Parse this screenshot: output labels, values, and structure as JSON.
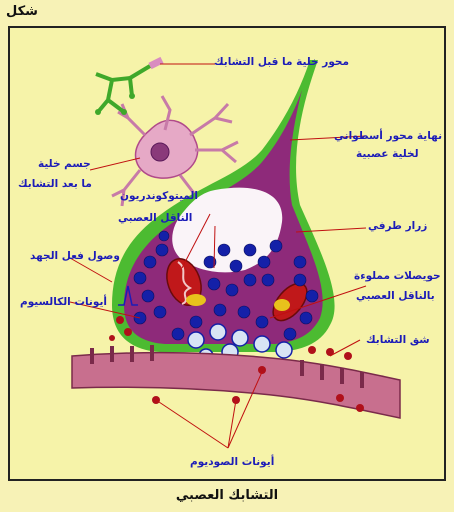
{
  "header": {
    "title": "شكل"
  },
  "labels": {
    "presynaptic_axon": "محور خلية ما قبل التشابك",
    "postsynaptic_body_l1": "جسم خلية",
    "postsynaptic_body_l2": "ما بعد التشابك",
    "mitochondrion": "الميتوكوندريون",
    "neurotransmitter": "الناقل العصبي",
    "action_potential": "وصول فعل الجهد",
    "calcium_ions": "أيونات الكالسيوم",
    "axon_terminal_l1": "نهاية محور أسطواني",
    "axon_terminal_l2": "لخلية عصبية",
    "terminal_button": "زرار طرفي",
    "vesicles_l1": "حويصلات مملوءة",
    "vesicles_l2": "بالناقل العصبي",
    "synaptic_cleft": "شق التشابك",
    "sodium_ions": "أيونات الصوديوم"
  },
  "caption": "التشابك العصبي",
  "colors": {
    "background": "#f7f2b6",
    "label_text": "#1c1cb8",
    "leader_line": "#c01010",
    "membrane_green": "#46b42c",
    "terminal_fill": "#8e2a7a",
    "vesicle_blue": "#1420a8",
    "ion_red": "#b0101a",
    "postsynaptic_pink": "#c86f8e"
  }
}
